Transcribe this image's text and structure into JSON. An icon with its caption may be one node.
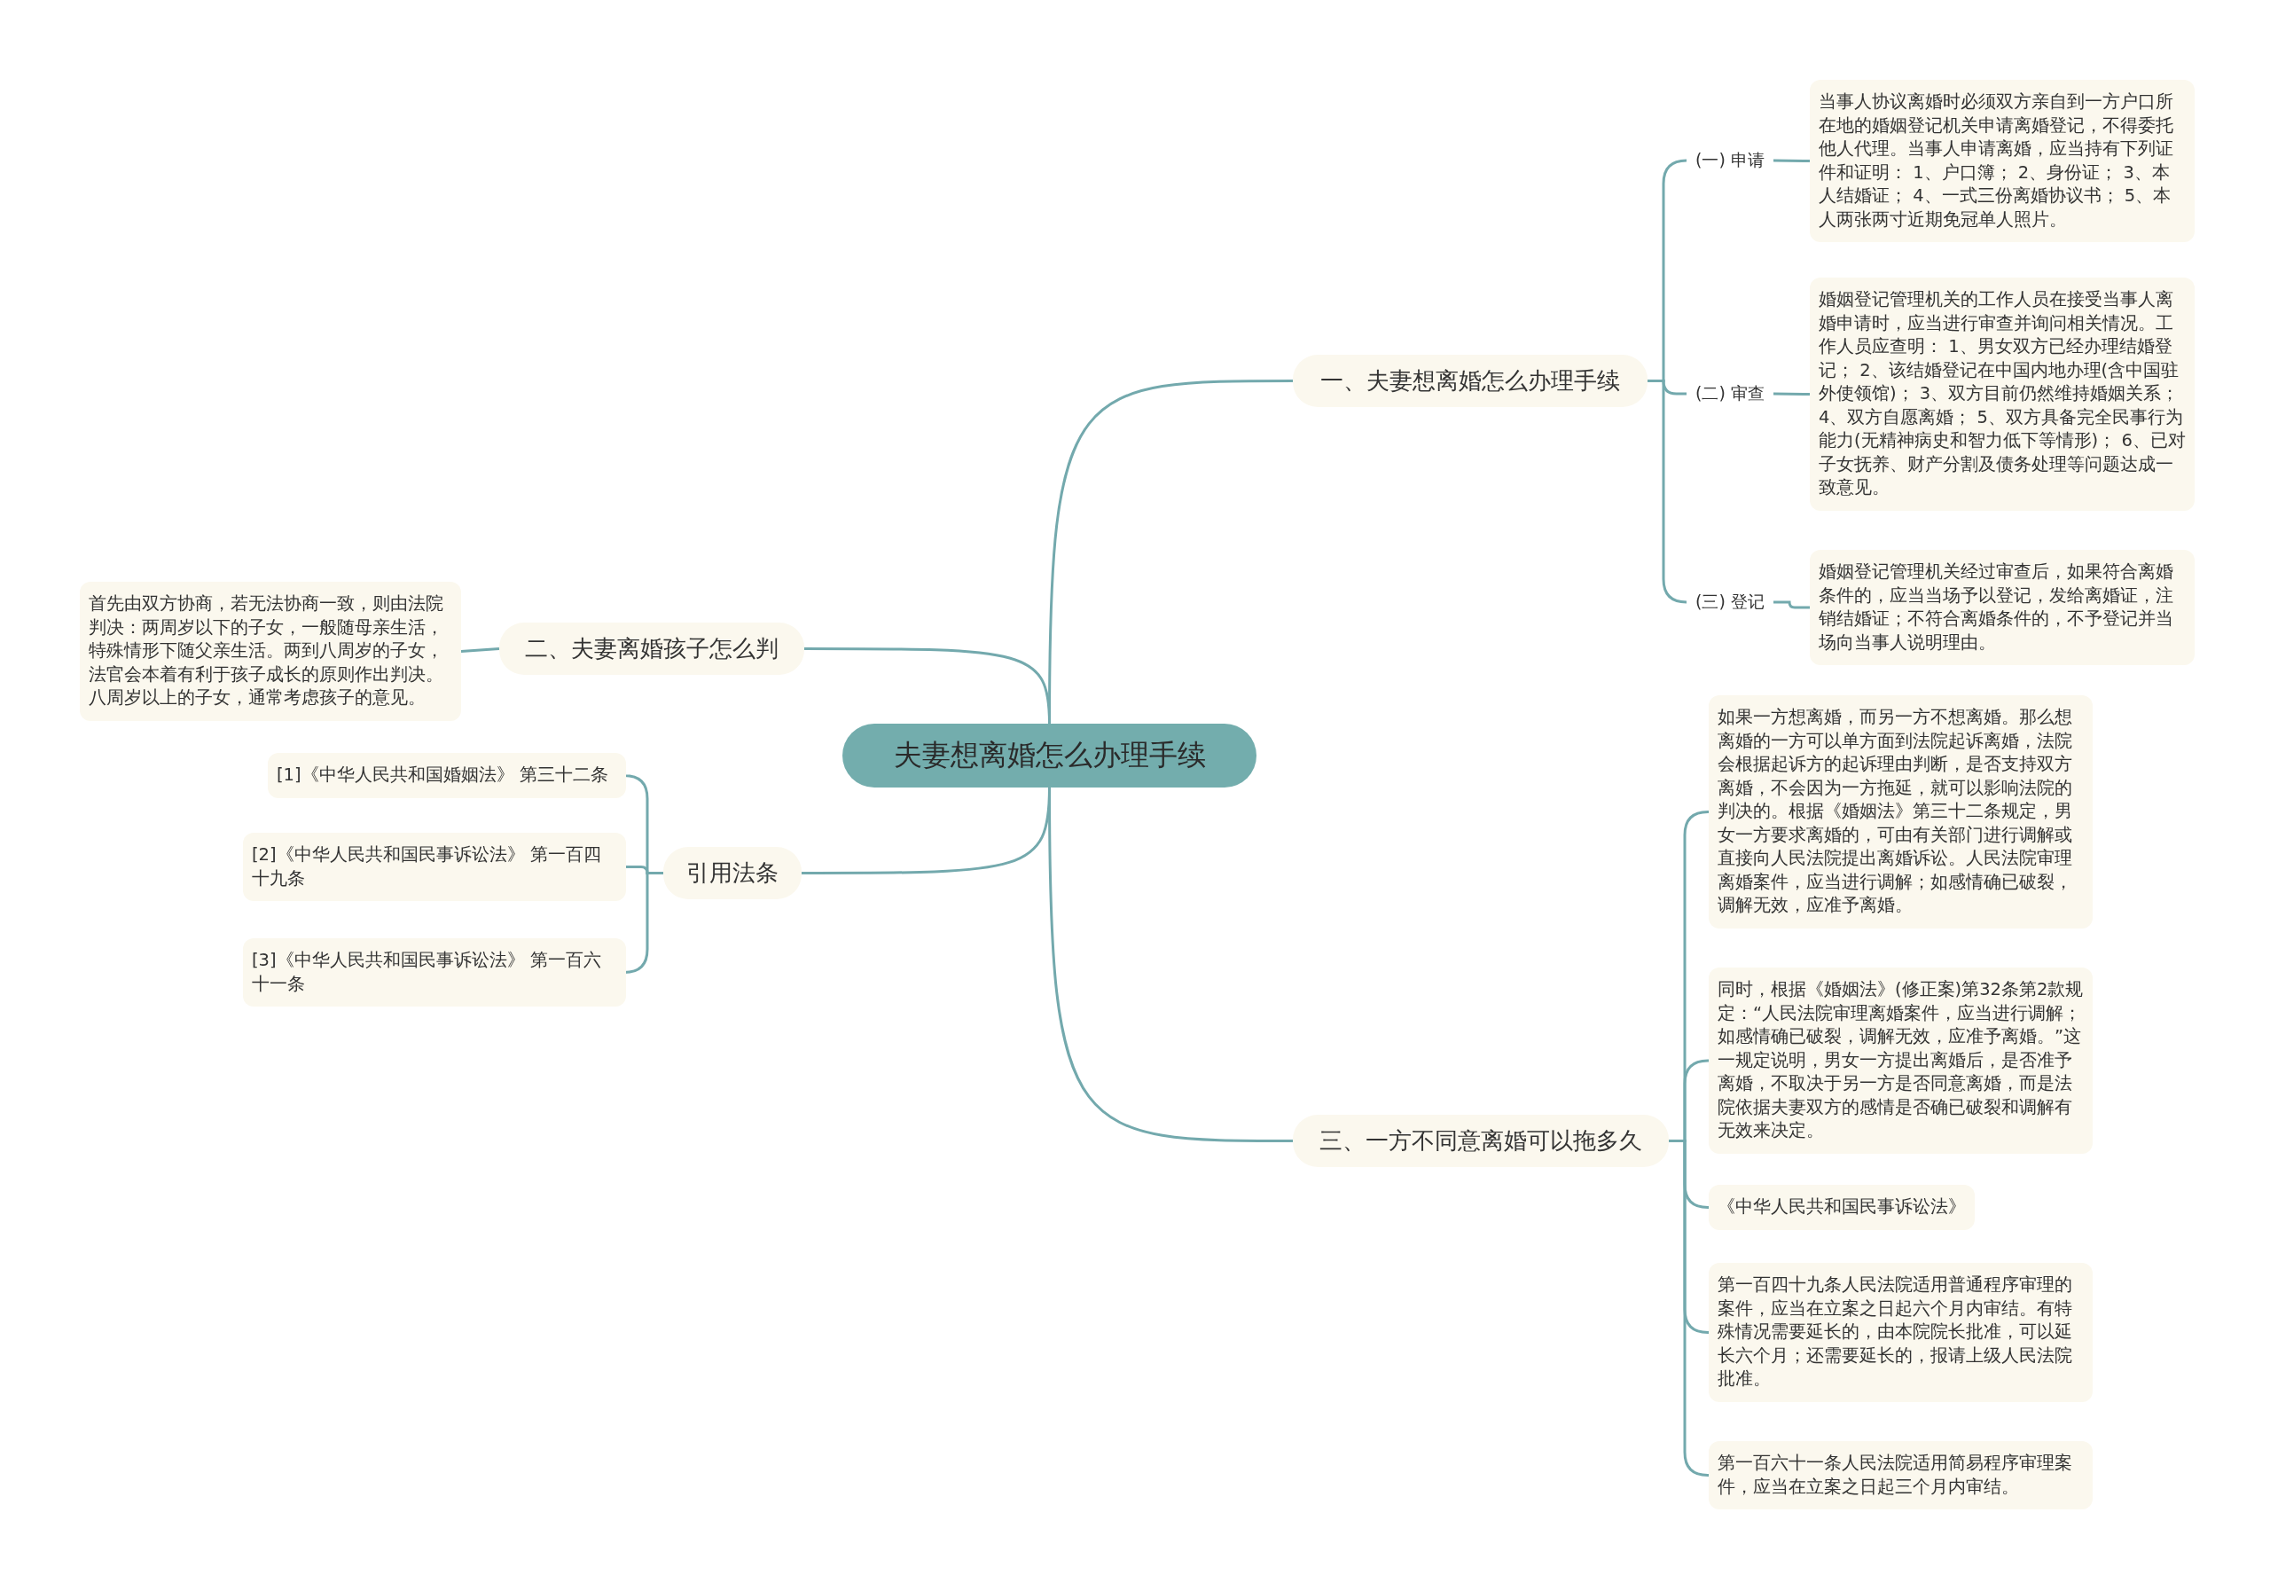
{
  "diagram": {
    "nodes": [
      {
        "text": [
          "夫妻想离婚怎么办理手续"
        ]
      },
      {
        "text": [
          "一、夫妻想离婚怎么办理手续"
        ]
      },
      {
        "text": [
          "(一) 申请"
        ]
      },
      {
        "text": [
          "当事人协议离婚时必须双方亲自到一方户口所在地的婚姻登记机关申请离婚登记，不得委托他人代理。当事人申请离婚，应当持有下列证件和证明： 1、户口簿； 2、身份证； 3、本人结婚证； 4、一式三份离婚协议书； 5、本人两张两寸近期免冠单人照片。"
        ]
      },
      {
        "text": [
          "(二) 审查"
        ]
      },
      {
        "text": [
          "婚姻登记管理机关的工作人员在接受当事人离婚申请时，应当进行审查并询问相关情况。工作人员应查明： 1、男女双方已经办理结婚登记； 2、该结婚登记在中国内地办理(含中国驻外使领馆)； 3、双方目前仍然维持婚姻关系； 4、双方自愿离婚； 5、双方具备完全民事行为能力(无精神病史和智力低下等情形)； 6、已对子女抚养、财产分割及债务处理等问题达成一致意见。"
        ]
      },
      {
        "text": [
          "(三) 登记"
        ]
      },
      {
        "text": [
          "婚姻登记管理机关经过审查后，如果符合离婚条件的，应当当场予以登记，发给离婚证，注销结婚证；不符合离婚条件的，不予登记并当场向当事人说明理由。"
        ]
      },
      {
        "text": [
          "二、夫妻离婚孩子怎么判"
        ]
      },
      {
        "text": [
          "首先由双方协商，若无法协商一致，则由法院判决：两周岁以下的子女，一般随母亲生活，特殊情形下随父亲生活。两到八周岁的子女，法官会本着有利于孩子成长的原则作出判决。八周岁以上的子女，通常考虑孩子的意见。"
        ]
      },
      {
        "text": [
          "引用法条"
        ]
      },
      {
        "text": [
          "[1]《中华人民共和国婚姻法》 第三十二条"
        ]
      },
      {
        "text": [
          "[2]《中华人民共和国民事诉讼法》 第一百四十九条"
        ]
      },
      {
        "text": [
          "[3]《中华人民共和国民事诉讼法》 第一百六十一条"
        ]
      },
      {
        "text": [
          "三、一方不同意离婚可以拖多久"
        ]
      },
      {
        "text": [
          "如果一方想离婚，而另一方不想离婚。那么想离婚的一方可以单方面到法院起诉离婚，法院会根据起诉方的起诉理由判断，是否支持双方离婚，不会因为一方拖延，就可以影响法院的判决的。根据《婚姻法》第三十二条规定，男女一方要求离婚的，可由有关部门进行调解或直接向人民法院提出离婚诉讼。人民法院审理离婚案件，应当进行调解；如感情确已破裂，调解无效，应准予离婚。"
        ]
      },
      {
        "text": [
          "同时，根据《婚姻法》(修正案)第32条第2款规定：“人民法院审理离婚案件，应当进行调解；如感情确已破裂，调解无效，应准予离婚。”这一规定说明，男女一方提出离婚后，是否准予离婚，不取决于另一方是否同意离婚，而是法院依据夫妻双方的感情是否确已破裂和调解有无效来决定。"
        ]
      },
      {
        "text": [
          "《中华人民共和国民事诉讼法》"
        ]
      },
      {
        "text": [
          "第一百四十九条人民法院适用普通程序审理的案件，应当在立案之日起六个月内审结。有特殊情况需要延长的，由本院院长批准，可以延长六个月；还需要延长的，报请上级人民法院批准。"
        ]
      },
      {
        "text": [
          "第一百六十一条人民法院适用简易程序审理案件，应当在立案之日起三个月内审结。"
        ]
      }
    ],
    "edges": [
      {
        "from": 0,
        "to": 1,
        "arrow": "none"
      },
      {
        "from": 1,
        "to": 2,
        "arrow": "none"
      },
      {
        "from": 2,
        "to": 3,
        "arrow": "none"
      },
      {
        "from": 1,
        "to": 4,
        "arrow": "none"
      },
      {
        "from": 4,
        "to": 5,
        "arrow": "none"
      },
      {
        "from": 1,
        "to": 6,
        "arrow": "none"
      },
      {
        "from": 6,
        "to": 7,
        "arrow": "none"
      },
      {
        "from": 0,
        "to": 8,
        "arrow": "none"
      },
      {
        "from": 8,
        "to": 9,
        "arrow": "none"
      },
      {
        "from": 0,
        "to": 10,
        "arrow": "none"
      },
      {
        "from": 10,
        "to": 11,
        "arrow": "none"
      },
      {
        "from": 10,
        "to": 12,
        "arrow": "none"
      },
      {
        "from": 10,
        "to": 13,
        "arrow": "none"
      },
      {
        "from": 0,
        "to": 14,
        "arrow": "none"
      },
      {
        "from": 14,
        "to": 15,
        "arrow": "none"
      },
      {
        "from": 14,
        "to": 16,
        "arrow": "none"
      },
      {
        "from": 14,
        "to": 17,
        "arrow": "none"
      },
      {
        "from": 14,
        "to": 18,
        "arrow": "none"
      },
      {
        "from": 14,
        "to": 19,
        "arrow": "none"
      }
    ]
  }
}
